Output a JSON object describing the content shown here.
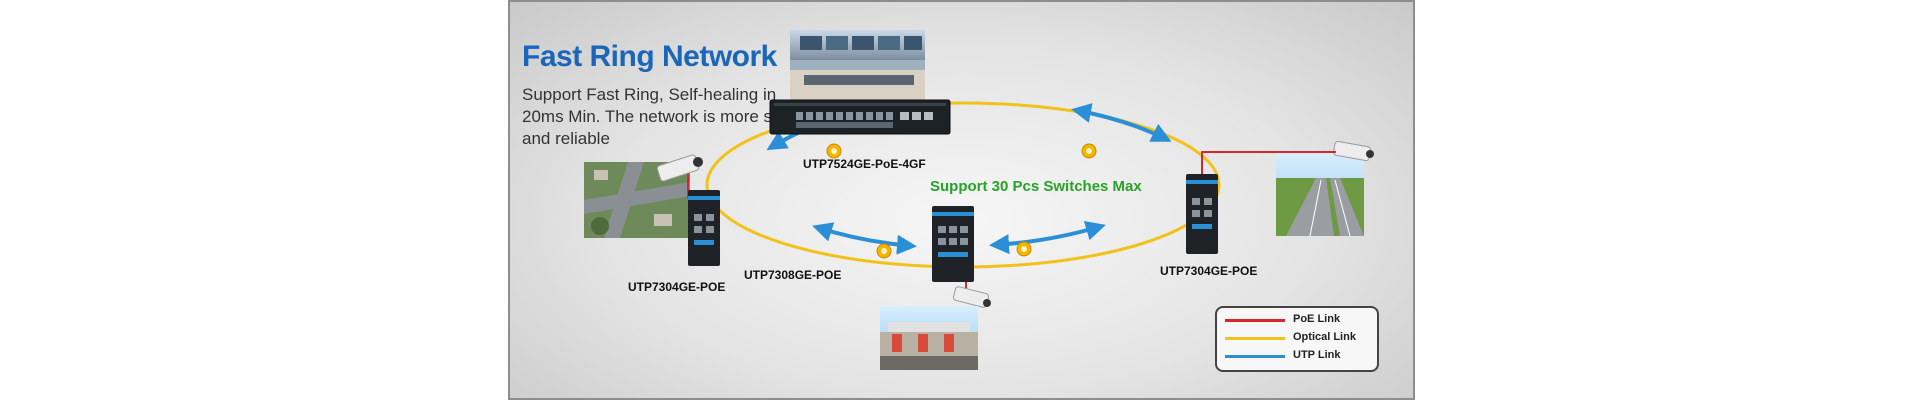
{
  "headline": "Fast Ring Network",
  "description": "Support Fast Ring, Self-healing in 20ms Min. The network is more stable and reliable",
  "capacity_note": "Support 30 Pcs Switches Max",
  "devices": {
    "core": "UTP7524GE-PoE-4GF",
    "left": "UTP7304GE-POE",
    "middle": "UTP7308GE-POE",
    "right": "UTP7304GE-POE"
  },
  "legend": [
    {
      "label": "PoE Link",
      "color": "#d9262c"
    },
    {
      "label": "Optical Link",
      "color": "#f2c21b"
    },
    {
      "label": "UTP Link",
      "color": "#2b8fd8"
    }
  ],
  "colors": {
    "headline": "#1a66b8",
    "capacity": "#27a327",
    "ring": "#f2c21b",
    "arrow": "#2b8fd8",
    "poe": "#d9262c"
  },
  "icons": [
    "network-switch-icon",
    "ip-camera-icon",
    "fiber-module-icon"
  ]
}
